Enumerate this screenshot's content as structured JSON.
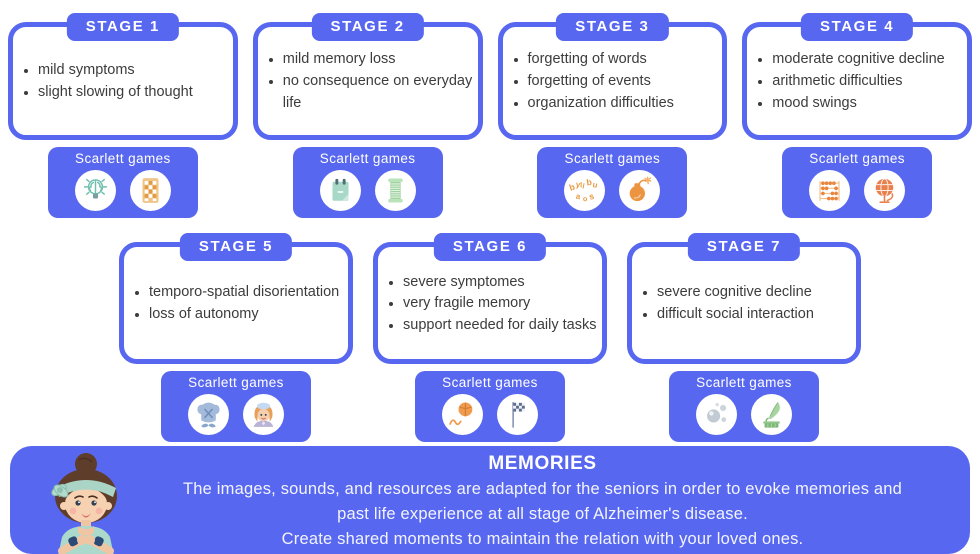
{
  "colors": {
    "primary": "#5867ef",
    "card_background": "#ffffff",
    "bullet_text": "#3c3c3c",
    "badge_text": "#ffffff"
  },
  "stages": [
    {
      "label": "STAGE 1",
      "bullets": [
        "mild symptoms",
        "slight slowing of thought"
      ],
      "badge_label": "Scarlett games",
      "icons": [
        "brain-idea",
        "number-grid"
      ]
    },
    {
      "label": "STAGE 2",
      "bullets": [
        "mild memory loss",
        "no consequence on everyday life"
      ],
      "badge_label": "Scarlett games",
      "icons": [
        "calendar",
        "scroll"
      ]
    },
    {
      "label": "STAGE 3",
      "bullets": [
        "forgetting of words",
        "forgetting of events",
        "organization difficulties"
      ],
      "badge_label": "Scarlett games",
      "icons": [
        "scattered-letters",
        "bomb"
      ]
    },
    {
      "label": "STAGE 4",
      "bullets": [
        "moderate cognitive decline",
        "arithmetic difficulties",
        "mood swings"
      ],
      "badge_label": "Scarlett games",
      "icons": [
        "abacus",
        "globe"
      ]
    },
    {
      "label": "STAGE 5",
      "bullets": [
        "temporo-spatial disorientation",
        "loss of autonomy"
      ],
      "badge_label": "Scarlett games",
      "icons": [
        "chef-hat",
        "caregiver-woman"
      ]
    },
    {
      "label": "STAGE 6",
      "bullets": [
        "severe symptomes",
        "very fragile memory",
        "support needed for daily tasks"
      ],
      "badge_label": "Scarlett games",
      "icons": [
        "bouncing-ball",
        "checkered-flag"
      ]
    },
    {
      "label": "STAGE 7",
      "bullets": [
        "severe cognitive decline",
        "difficult social interaction"
      ],
      "badge_label": "Scarlett games",
      "icons": [
        "bubbles",
        "gramophone"
      ]
    }
  ],
  "memories": {
    "title": "MEMORIES",
    "lines": [
      "The images, sounds, and resources are adapted for the seniors in order to evoke memories and",
      "past life experience at all stage of Alzheimer's disease.",
      "Create shared moments to maintain the relation with your loved ones."
    ]
  }
}
